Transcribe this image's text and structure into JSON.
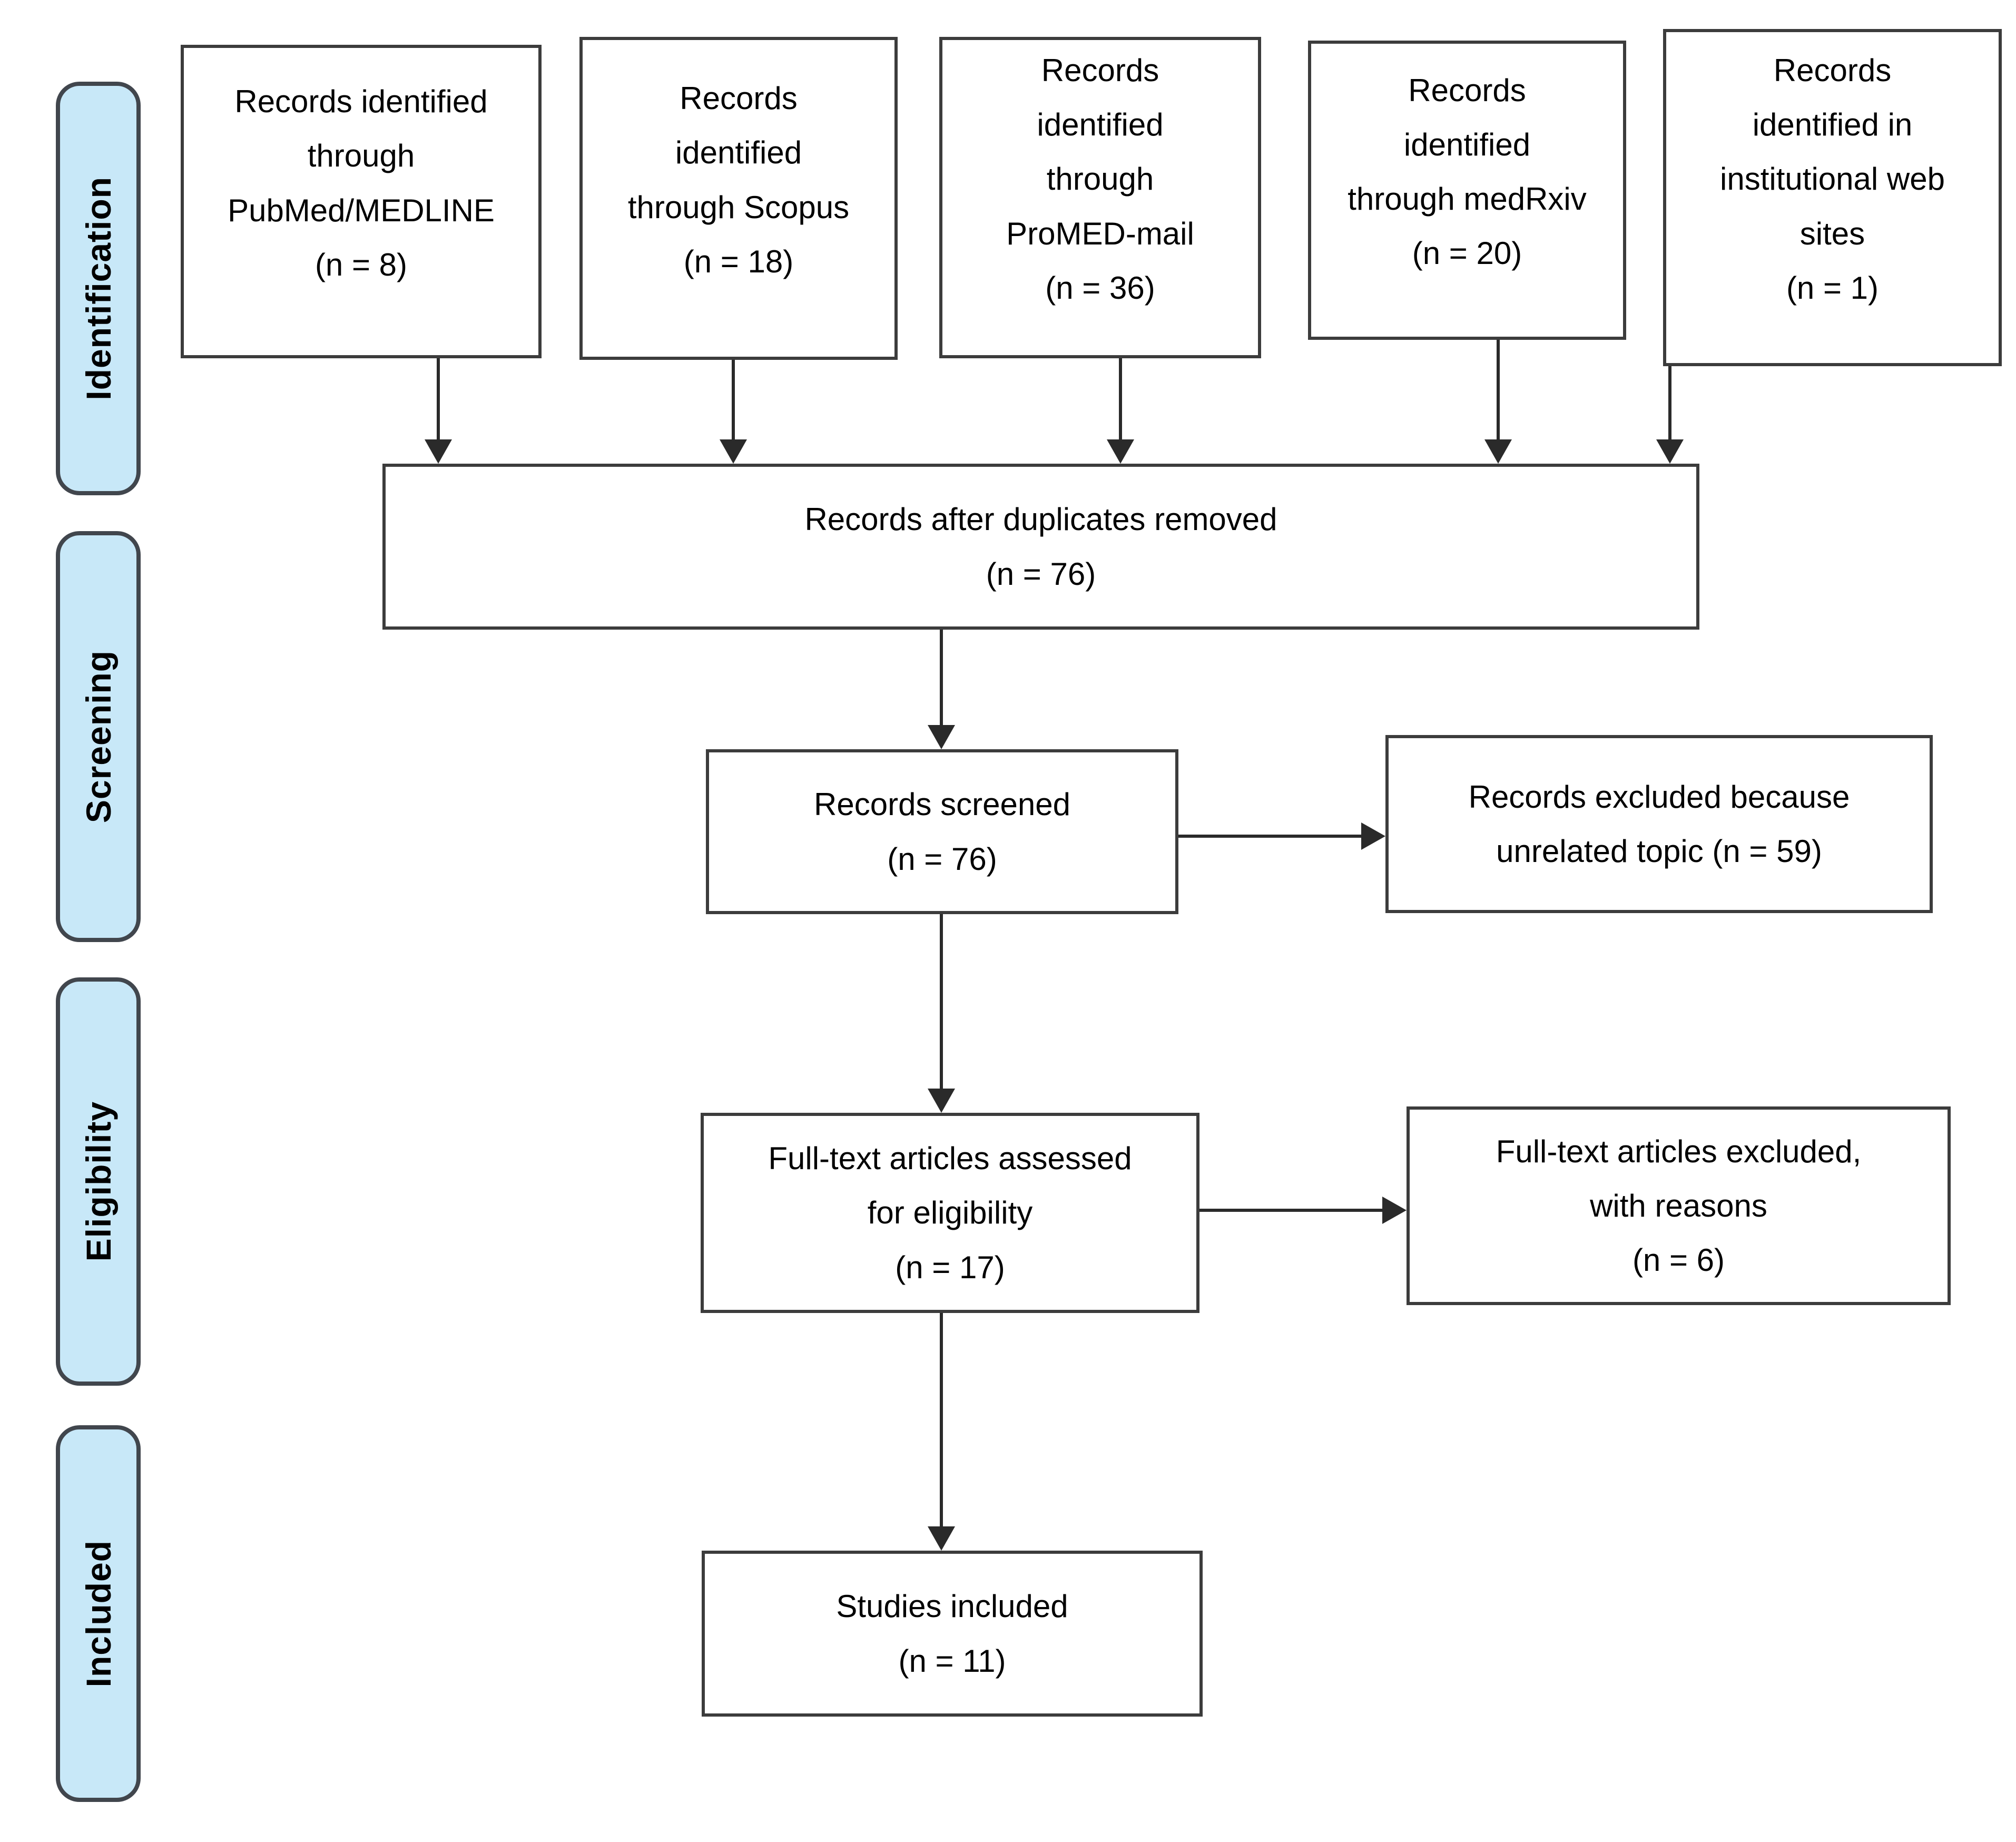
{
  "stages": [
    {
      "label": "Identification"
    },
    {
      "label": "Screening"
    },
    {
      "label": "Eligibility"
    },
    {
      "label": "Included"
    }
  ],
  "sources": [
    {
      "label": "Records identified\nthrough\nPubMed/MEDLINE\n(n = 8)",
      "count": 8
    },
    {
      "label": "Records\nidentified\nthrough Scopus\n(n = 18)",
      "count": 18
    },
    {
      "label": "Records\nidentified\nthrough\nProMED-mail\n(n = 36)",
      "count": 36
    },
    {
      "label": "Records\nidentified\nthrough medRxiv\n(n = 20)",
      "count": 20
    },
    {
      "label": "Records\nidentified in\ninstitutional web\nsites\n(n = 1)",
      "count": 1
    }
  ],
  "nodes": {
    "duplicates_removed": {
      "label": "Records after duplicates removed\n(n = 76)",
      "count": 76
    },
    "screened": {
      "label": "Records screened\n(n = 76)",
      "count": 76
    },
    "records_excluded": {
      "label": "Records excluded because\nunrelated topic (n = 59)",
      "count": 59
    },
    "fulltext_assessed": {
      "label": "Full-text articles assessed\nfor eligibility\n(n = 17)",
      "count": 17
    },
    "fulltext_excluded": {
      "label": "Full-text articles excluded,\nwith reasons\n(n = 6)",
      "count": 6
    },
    "studies_included": {
      "label": "Studies included\n(n = 11)",
      "count": 11
    }
  },
  "colors": {
    "stage_fill": "#c8e8f8",
    "stage_border": "#41464d",
    "box_border": "#3c3c3c",
    "arrow": "#2a2a2a",
    "background": "#ffffff",
    "text": "#000000"
  }
}
